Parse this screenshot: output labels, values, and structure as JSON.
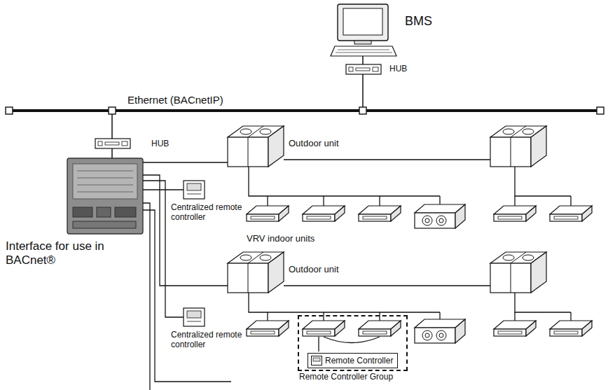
{
  "diagram": {
    "nodes": [
      {
        "text": [
          "Remote Controller Group"
        ]
      },
      {
        "text": [
          "Remote Controller"
        ],
        "in": 0
      }
    ],
    "labels": [
      "BMS",
      "HUB",
      "Ethernet (BACnetIP)",
      "HUB",
      "Interface for use in BACnet®",
      "Outdoor unit",
      "Centralized remote controller",
      "VRV indoor units",
      "Outdoor unit",
      "Centralized remote controller"
    ]
  }
}
